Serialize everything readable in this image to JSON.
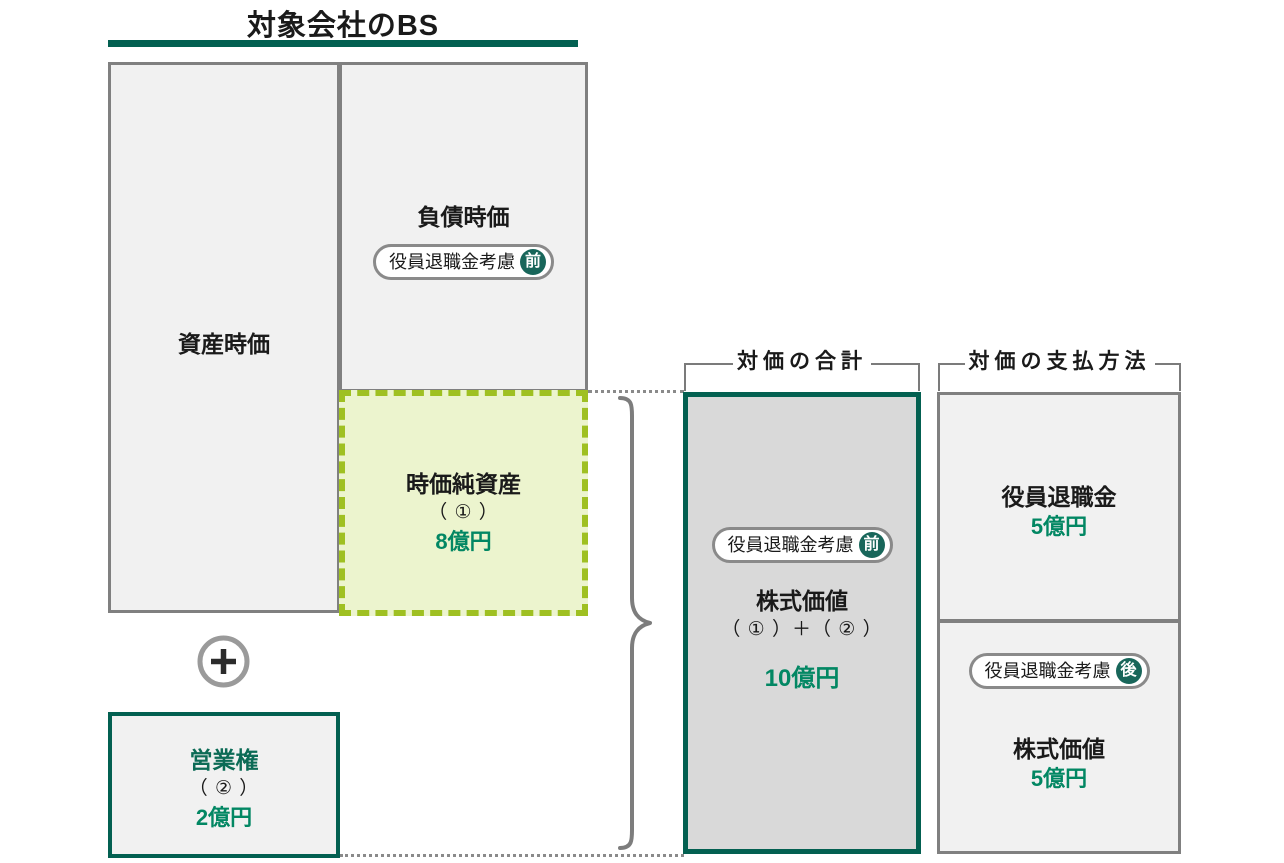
{
  "title": "対象会社のBS",
  "accent": {
    "teal": "#036051",
    "green_text": "#028763",
    "lime": "#9fc022",
    "lime_fill": "#ecf4ce",
    "gray_border": "#808080",
    "gray_fill": "#f1f1f1",
    "center_fill": "#d9d9d9"
  },
  "bs": {
    "asset": {
      "label": "資産時価"
    },
    "liability": {
      "label": "負債時価",
      "badge": {
        "label": "役員退職金考慮",
        "mark": "前"
      }
    },
    "net_assets": {
      "label": "時価純資産",
      "note": "（ ① ）",
      "amount": "8億円"
    },
    "goodwill": {
      "label": "営業権",
      "note": "（ ② ）",
      "amount": "2億円"
    },
    "operator": "+"
  },
  "total": {
    "bracket_label": "対価の合計",
    "badge": {
      "label": "役員退職金考慮",
      "mark": "前"
    },
    "label": "株式価値",
    "note": "（ ① ）＋（ ② ）",
    "amount": "10億円"
  },
  "payment": {
    "bracket_label": "対価の支払方法",
    "items": [
      {
        "label": "役員退職金",
        "amount": "5億円"
      },
      {
        "badge": {
          "label": "役員退職金考慮",
          "mark": "後"
        },
        "label": "株式価値",
        "amount": "5億円"
      }
    ]
  }
}
